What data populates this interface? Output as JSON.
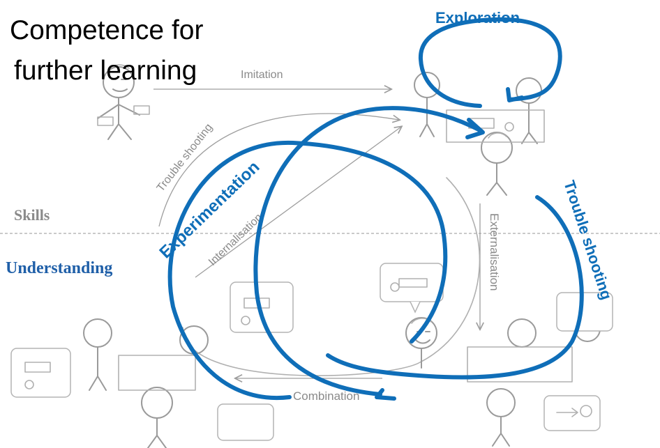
{
  "title": {
    "line1": "Competence for",
    "line2": "further learning"
  },
  "zones": {
    "upper": "Skills",
    "lower": "Understanding"
  },
  "processes": {
    "imitation": "Imitation",
    "trouble_shooting_gray": "Trouble shooting",
    "internalisation": "Internalisation",
    "externalisation": "Externalisation",
    "combination": "Combination"
  },
  "overlay": {
    "exploration": "Exploration",
    "experimentation": "Experimentation",
    "trouble_shooting": "Trouble shooting",
    "color": "#0f6eb8"
  },
  "colors": {
    "sketch": "#9a9a9a",
    "skills_label": "#8a8a8a",
    "understanding_label": "#1f5fa8",
    "divider": "#aaaaaa"
  }
}
